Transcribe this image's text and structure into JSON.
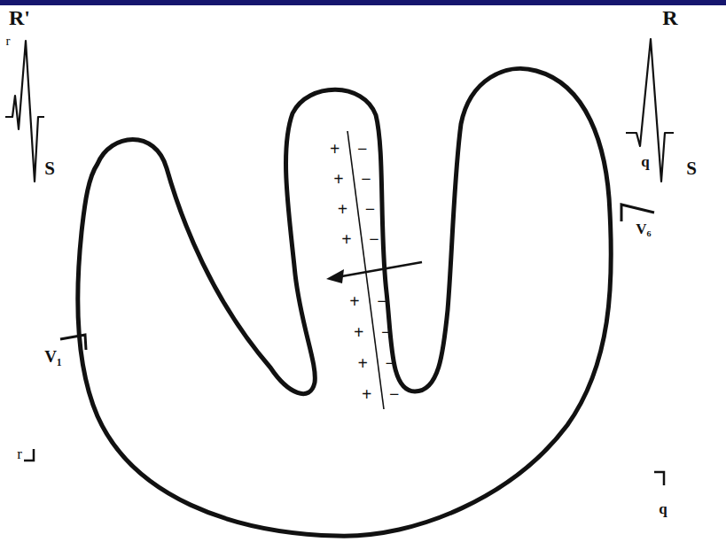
{
  "diagram": {
    "labels": [
      "R'",
      "r",
      "S",
      "R",
      "q",
      "S",
      "V₁",
      "V₆",
      "+",
      "+",
      "+",
      "+",
      "+",
      "+",
      "+",
      "+",
      "−",
      "−",
      "−",
      "−",
      "−",
      "−",
      "−",
      "−",
      "r",
      "q"
    ]
  }
}
